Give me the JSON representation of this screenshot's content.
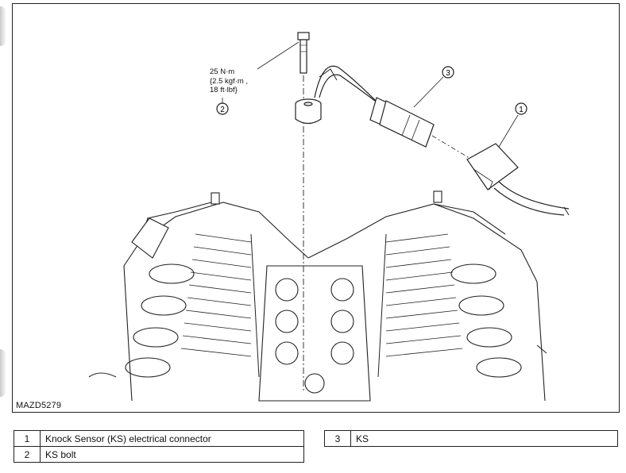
{
  "figure": {
    "id_label": "MAZD5279",
    "torque_spec": "25 N·m\n{2.5 kgf·m ,\n18 ft·lbf}",
    "callouts": [
      "1",
      "2",
      "3"
    ]
  },
  "legend": {
    "left": [
      {
        "num": "1",
        "desc": "Knock Sensor (KS) electrical connector"
      },
      {
        "num": "2",
        "desc": "KS bolt"
      }
    ],
    "right": [
      {
        "num": "3",
        "desc": "KS"
      }
    ]
  }
}
